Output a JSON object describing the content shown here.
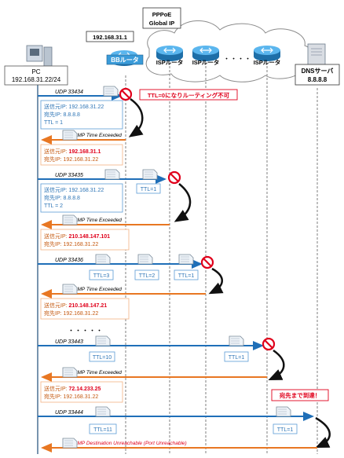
{
  "nodes": {
    "pc_label": "PC",
    "pc_ip": "192.168.31.22/24",
    "bb_router": "BBルータ",
    "bb_ip": "192.168.31.1",
    "pppoe_line1": "PPPoE",
    "pppoe_line2": "Global IP",
    "isp1": "ISPルータ",
    "isp2": "ISPルータ",
    "isp_dots": "・・・・",
    "isp3": "ISPルータ",
    "dns_label": "DNSサーバ",
    "dns_ip": "8.8.8.8"
  },
  "steps": {
    "s1": {
      "udp": "UDP 33434",
      "alert": "TTL=0になりルーティング不可",
      "src_label": "送信元IP:",
      "src_value": "192.168.31.22",
      "dst_label": "宛先IP:",
      "dst_value": "8.8.8.8",
      "ttl": "TTL = 1",
      "icmp": "ICMP Time Exceeded",
      "r_src_label": "送信元IP:",
      "r_src_value": "192.168.31.1",
      "r_dst_label": "宛先IP:",
      "r_dst_value": "192.168.31.22"
    },
    "s2": {
      "udp": "UDP 33435",
      "ttl_tag": "TTL=1",
      "src_label": "送信元IP:",
      "src_value": "192.168.31.22",
      "dst_label": "宛先IP:",
      "dst_value": "8.8.8.8",
      "ttl": "TTL = 2",
      "icmp": "ICMP Time Exceeded",
      "r_src_label": "送信元IP:",
      "r_src_value": "210.148.147.101",
      "r_dst_label": "宛先IP:",
      "r_dst_value": "192.168.31.22"
    },
    "s3": {
      "udp": "UDP 33436",
      "ttl_a": "TTL=3",
      "ttl_b": "TTL=2",
      "ttl_c": "TTL=1",
      "icmp": "ICMP Time Exceeded",
      "r_src_label": "送信元IP:",
      "r_src_value": "210.148.147.21",
      "r_dst_label": "宛先IP:",
      "r_dst_value": "192.168.31.22"
    },
    "dots": "・・・・・",
    "s4": {
      "udp": "UDP 33443",
      "ttl_a": "TTL=10",
      "ttl_b": "TTL=1",
      "icmp": "ICMP Time Exceeded",
      "r_src_label": "送信元IP:",
      "r_src_value": "72.14.233.25",
      "r_dst_label": "宛先IP:",
      "r_dst_value": "192.168.31.22"
    },
    "s5": {
      "udp": "UDP 33444",
      "alert": "宛先まで到達！",
      "ttl_a": "TTL=11",
      "ttl_b": "TTL=1",
      "icmp": "ICMP Destination Unreachable (Port Unreachable)"
    }
  },
  "colors": {
    "request_arrow": "#1f6fb8",
    "reply_arrow": "#e87722",
    "request_box_border": "#5b9bd5",
    "request_text": "#2e75b6",
    "reply_box_border": "#f4b183",
    "reply_text": "#c55a11",
    "highlight": "#e0001b",
    "router_blue": "#3a9bd9"
  }
}
